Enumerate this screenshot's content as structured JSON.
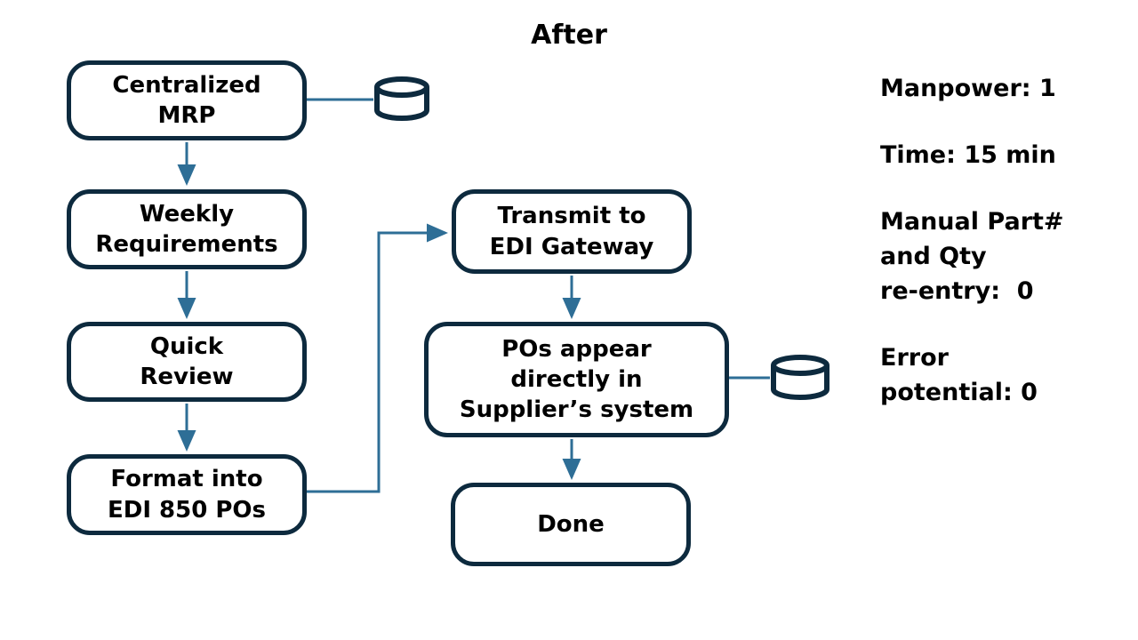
{
  "title": "After",
  "nodes": [
    {
      "id": "centralized-mrp",
      "label": "Centralized\nMRP"
    },
    {
      "id": "weekly-requirements",
      "label": "Weekly\nRequirements"
    },
    {
      "id": "quick-review",
      "label": "Quick\nReview"
    },
    {
      "id": "format-edi-850-pos",
      "label": "Format into\nEDI 850 POs"
    },
    {
      "id": "transmit-edi-gateway",
      "label": "Transmit to\nEDI Gateway"
    },
    {
      "id": "pos-appear-supplier-system",
      "label": "POs appear\ndirectly in\nSupplier’s system"
    },
    {
      "id": "done",
      "label": "Done"
    }
  ],
  "stats": [
    {
      "text": "Manpower: 1"
    },
    {
      "text": "Time: 15 min"
    },
    {
      "text": "Manual Part#\nand Qty\nre-entry:  0"
    },
    {
      "text": "Error\npotential: 0"
    }
  ],
  "icons": {
    "database": "database-icon (cylinder shape)"
  },
  "colors": {
    "box_border": "#0d2a3e",
    "connector": "#2e6e96",
    "text": "#000000",
    "background": "#ffffff"
  }
}
